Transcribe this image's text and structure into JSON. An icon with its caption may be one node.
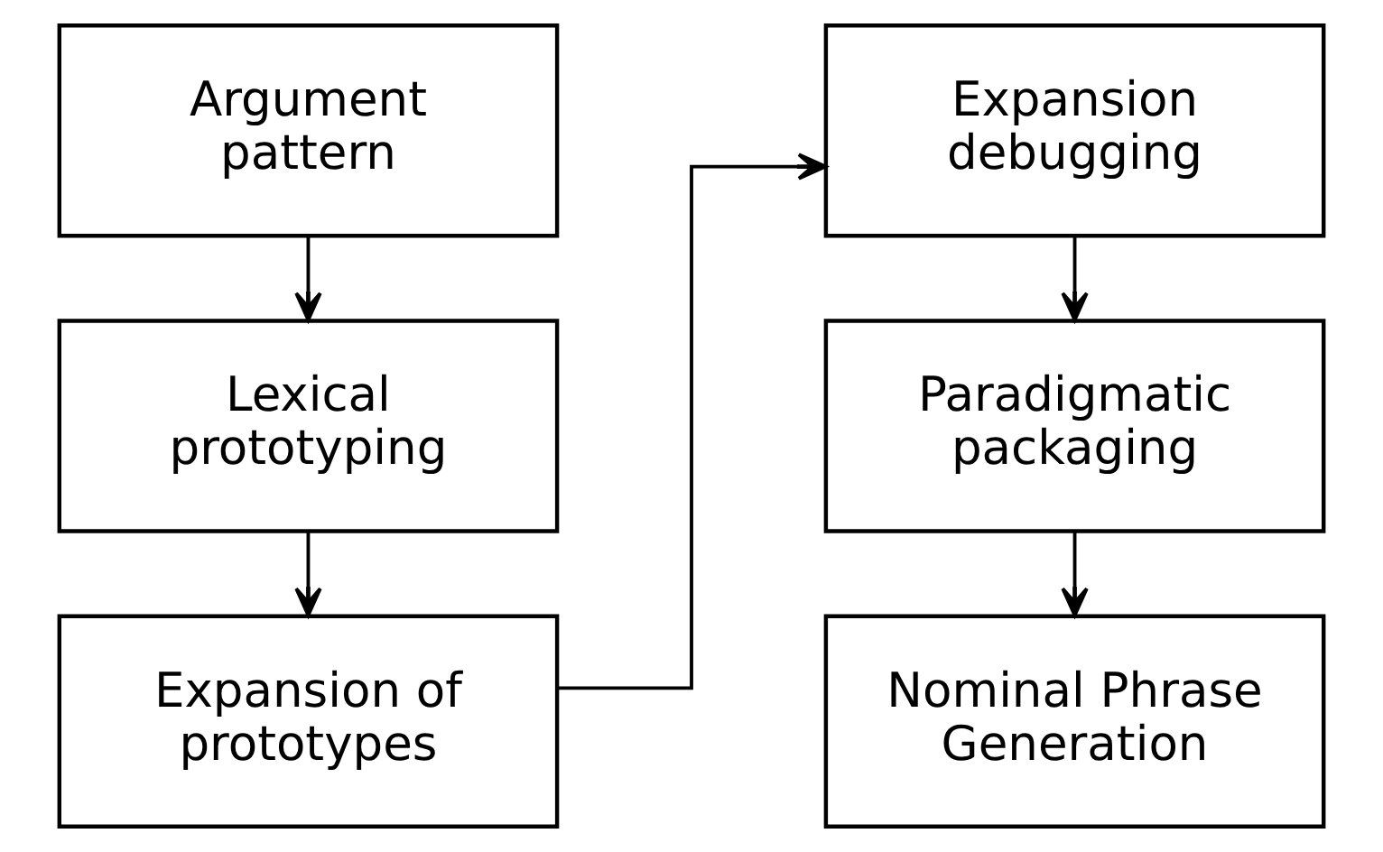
{
  "diagram": {
    "nodes": [
      {
        "text": [
          "Argument pattern"
        ]
      },
      {
        "text": [
          "Lexical prototyping"
        ]
      },
      {
        "text": [
          "Expansion of prototypes"
        ]
      },
      {
        "text": [
          "Expansion debugging"
        ]
      },
      {
        "text": [
          "Paradigmatic packaging"
        ]
      },
      {
        "text": [
          "Nominal Phrase Generation"
        ]
      }
    ],
    "edges": [
      {
        "from": 0,
        "to": 1,
        "arrow": "to"
      },
      {
        "from": 1,
        "to": 2,
        "arrow": "to"
      },
      {
        "from": 2,
        "to": 3,
        "arrow": "to"
      },
      {
        "from": 3,
        "to": 4,
        "arrow": "to"
      },
      {
        "from": 4,
        "to": 5,
        "arrow": "to"
      }
    ]
  }
}
